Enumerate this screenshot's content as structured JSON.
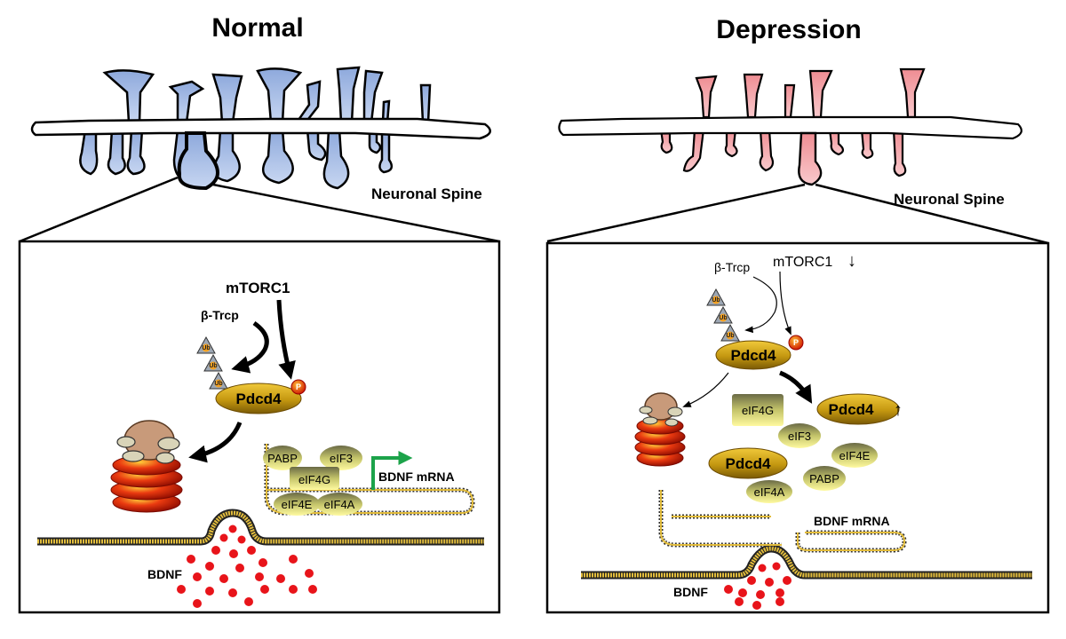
{
  "panels": {
    "normal": {
      "title": "Normal",
      "spine_label": "Neuronal Spine",
      "mtorc1": "mTORC1",
      "btrcp": "β-Trcp",
      "pdcd4": "Pdcd4",
      "factors": {
        "pabp": "PABP",
        "eif3": "eIF3",
        "eif4g": "eIF4G",
        "eif4e": "eIF4E",
        "eif4a": "eIF4A"
      },
      "mrna": "BDNF mRNA",
      "bdnf": "BDNF",
      "ub": "Ub",
      "p": "P",
      "spine_color": "#a8bfe6"
    },
    "depression": {
      "title": "Depression",
      "spine_label": "Neuronal Spine",
      "mtorc1": "mTORC1",
      "mtorc1_arrow": "↓",
      "btrcp": "β-Trcp",
      "pdcd4": "Pdcd4",
      "pdcd4_up": "Pdcd4",
      "pdcd4_up_arrow": "↑",
      "pdcd4_bound": "Pdcd4",
      "factors": {
        "eif4g": "eIF4G",
        "eif3": "eIF3",
        "eif4e": "eIF4E",
        "pabp": "PABP",
        "eif4a": "eIF4A"
      },
      "mrna": "BDNF mRNA",
      "bdnf": "BDNF",
      "ub": "Ub",
      "p": "P",
      "spine_color": "#f4a6aa"
    }
  }
}
